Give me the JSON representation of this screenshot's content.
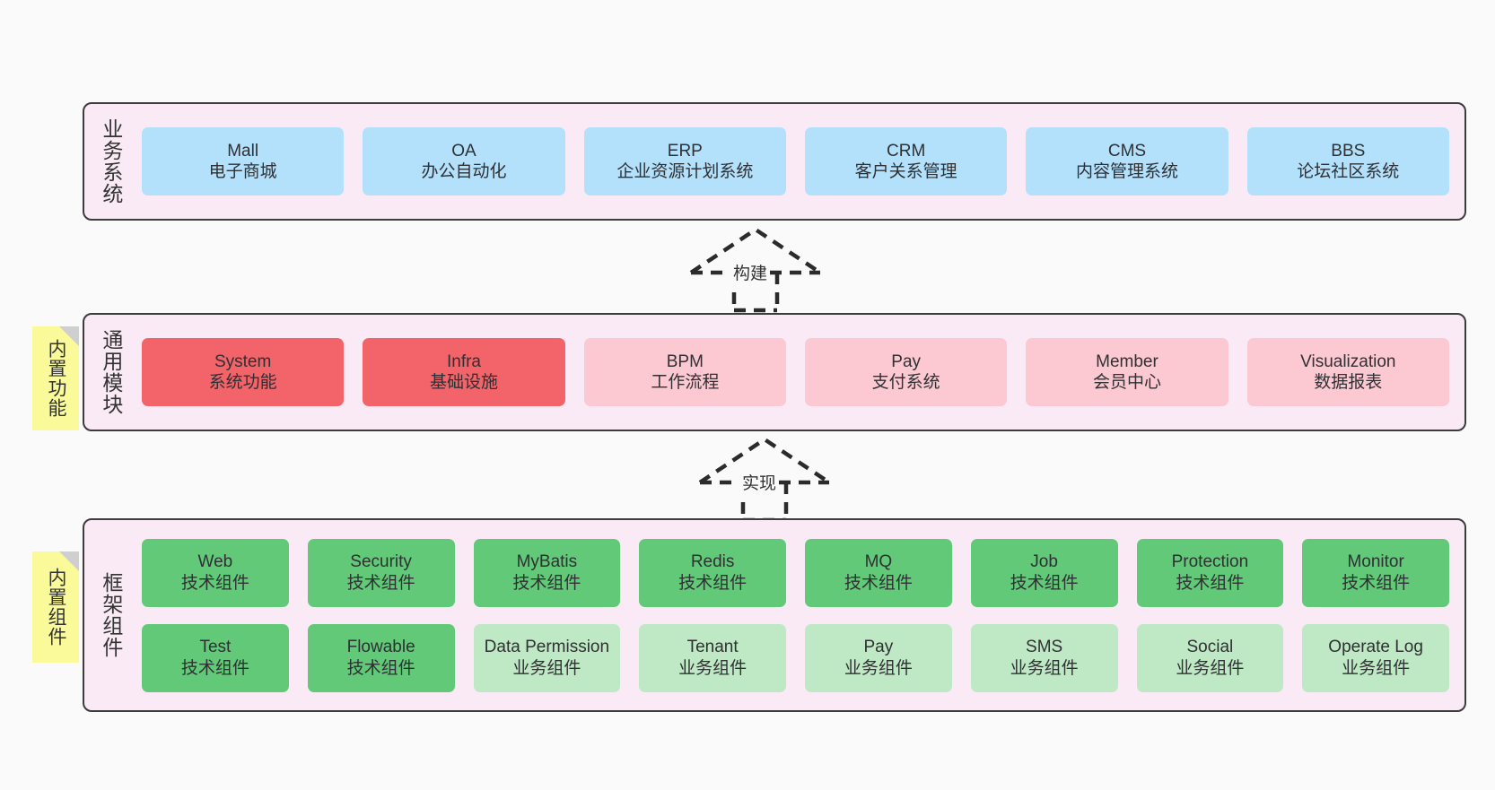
{
  "diagram": {
    "title_business": "业务系统",
    "title_modules": "通用模块",
    "title_frame": "框架组件",
    "sticky_modules": "内置功能",
    "sticky_frame": "内置组件",
    "connector_build": "构建",
    "connector_realize": "实现",
    "colors": {
      "canvas_bg": "#fafafa",
      "layer_bg": "#f9eaf5",
      "layer_border": "#3c3c3c",
      "blue": "#b3e0fb",
      "red": "#f2646a",
      "pink": "#fcc9d2",
      "green": "#61c977",
      "light_green": "#bfe8c5",
      "sticky": "#fafa9a",
      "sticky_fold": "#cfcfcf",
      "text": "#2f3033"
    }
  },
  "business_systems": [
    {
      "name": "Mall",
      "desc": "电子商城",
      "color": "blue"
    },
    {
      "name": "OA",
      "desc": "办公自动化",
      "color": "blue"
    },
    {
      "name": "ERP",
      "desc": "企业资源计划系统",
      "color": "blue"
    },
    {
      "name": "CRM",
      "desc": "客户关系管理",
      "color": "blue"
    },
    {
      "name": "CMS",
      "desc": "内容管理系统",
      "color": "blue"
    },
    {
      "name": "BBS",
      "desc": "论坛社区系统",
      "color": "blue"
    }
  ],
  "common_modules": [
    {
      "name": "System",
      "desc": "系统功能",
      "color": "red"
    },
    {
      "name": "Infra",
      "desc": "基础设施",
      "color": "red"
    },
    {
      "name": "BPM",
      "desc": "工作流程",
      "color": "pink"
    },
    {
      "name": "Pay",
      "desc": "支付系统",
      "color": "pink"
    },
    {
      "name": "Member",
      "desc": "会员中心",
      "color": "pink"
    },
    {
      "name": "Visualization",
      "desc": "数据报表",
      "color": "pink"
    }
  ],
  "framework_row1": [
    {
      "name": "Web",
      "desc": "技术组件",
      "color": "green"
    },
    {
      "name": "Security",
      "desc": "技术组件",
      "color": "green"
    },
    {
      "name": "MyBatis",
      "desc": "技术组件",
      "color": "green"
    },
    {
      "name": "Redis",
      "desc": "技术组件",
      "color": "green"
    },
    {
      "name": "MQ",
      "desc": "技术组件",
      "color": "green"
    },
    {
      "name": "Job",
      "desc": "技术组件",
      "color": "green"
    },
    {
      "name": "Protection",
      "desc": "技术组件",
      "color": "green"
    },
    {
      "name": "Monitor",
      "desc": "技术组件",
      "color": "green"
    }
  ],
  "framework_row2": [
    {
      "name": "Test",
      "desc": "技术组件",
      "color": "green"
    },
    {
      "name": "Flowable",
      "desc": "技术组件",
      "color": "green"
    },
    {
      "name": "Data Permission",
      "desc": "业务组件",
      "color": "lightgreen"
    },
    {
      "name": "Tenant",
      "desc": "业务组件",
      "color": "lightgreen"
    },
    {
      "name": "Pay",
      "desc": "业务组件",
      "color": "lightgreen"
    },
    {
      "name": "SMS",
      "desc": "业务组件",
      "color": "lightgreen"
    },
    {
      "name": "Social",
      "desc": "业务组件",
      "color": "lightgreen"
    },
    {
      "name": "Operate Log",
      "desc": "业务组件",
      "color": "lightgreen"
    }
  ]
}
